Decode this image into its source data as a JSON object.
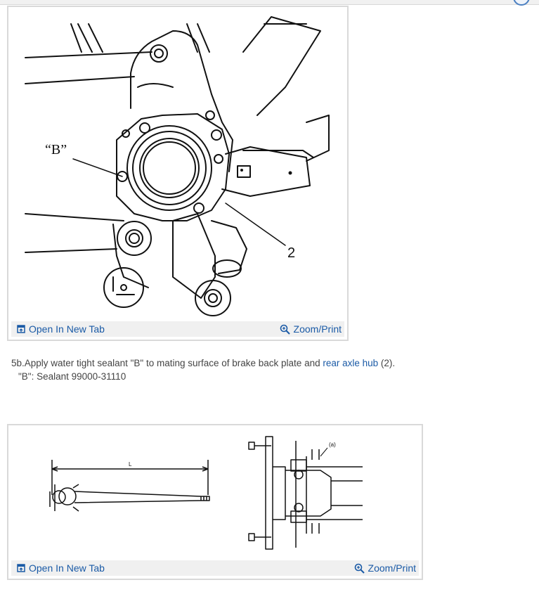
{
  "figure1": {
    "label_b": "“B”",
    "label_2": "2",
    "open_label": "Open In New Tab",
    "zoom_label": "Zoom/Print"
  },
  "caption": {
    "line1_prefix": "5b.Apply water tight sealant \"B\" to mating surface of brake back plate and ",
    "link_text": "rear axle hub",
    "line1_suffix": " (2).",
    "line2": "\"B\": Sealant 99000-31110"
  },
  "figure2": {
    "label_l": "L",
    "label_a": "(a)",
    "open_label": "Open In New Tab",
    "zoom_label": "Zoom/Print"
  },
  "colors": {
    "link": "#1a5aa6",
    "text": "#444444",
    "frame": "#d9d9d9"
  }
}
